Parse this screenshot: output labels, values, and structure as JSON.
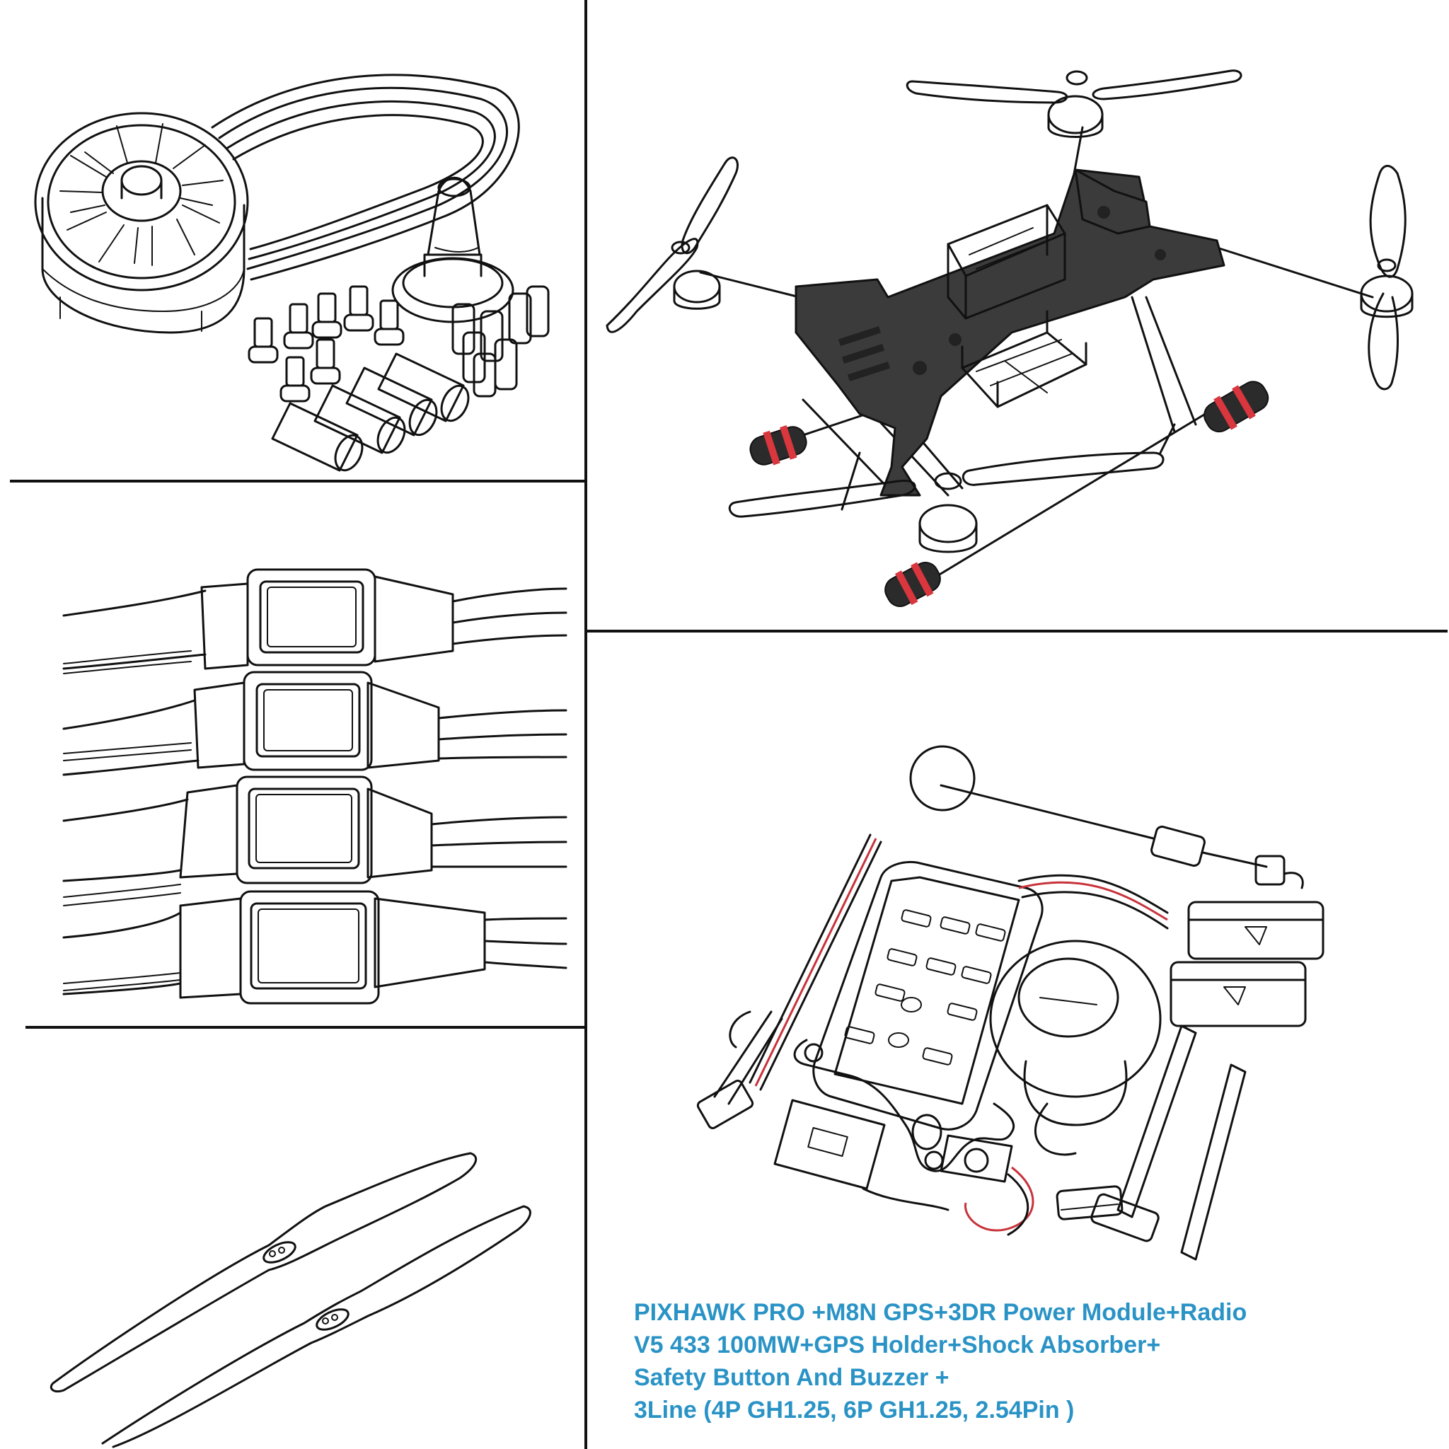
{
  "caption": {
    "line1": "PIXHAWK PRO  +M8N GPS+3DR Power Module+Radio",
    "line2": "V5 433 100MW+GPS Holder+Shock Absorber+",
    "line3": "Safety Button And Buzzer +",
    "line4": "3Line (4P GH1.25, 6P GH1.25, 2.54Pin )",
    "color": "#2a93c6"
  },
  "panels": [
    {
      "name": "motor-kit",
      "icon": "brushless-motor-icon"
    },
    {
      "name": "esc-set",
      "icon": "esc-icon"
    },
    {
      "name": "propellers",
      "icon": "propeller-icon"
    },
    {
      "name": "quadcopter-frame",
      "icon": "quadcopter-icon"
    },
    {
      "name": "flight-controller-kit",
      "icon": "flight-controller-icon"
    }
  ],
  "colors": {
    "ink": "#111111",
    "carbon": "#3b3b3b",
    "accent_red": "#d9363e"
  }
}
